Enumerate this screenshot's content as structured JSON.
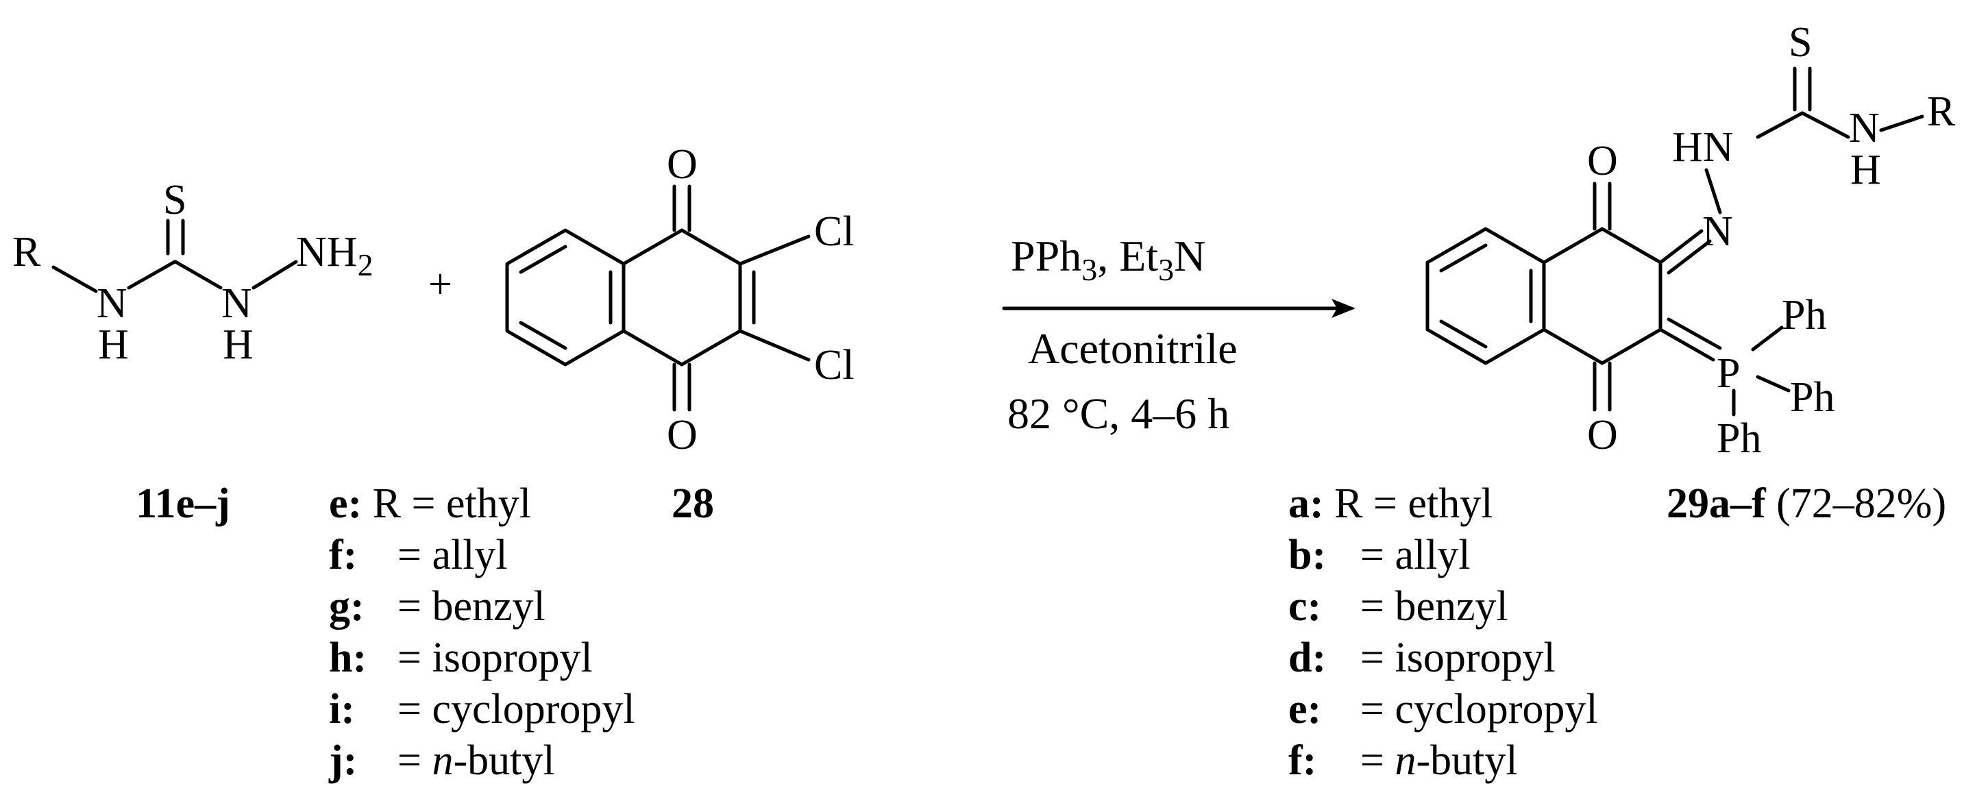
{
  "reactant1": {
    "atoms": {
      "R": "R",
      "N1": "N",
      "H1": "H",
      "S": "S",
      "N2": "N",
      "H2": "H",
      "NH2_main": "NH",
      "NH2_sub": "2"
    },
    "label": "11e–j"
  },
  "plus": "+",
  "reactant2": {
    "atoms": {
      "O_top": "O",
      "O_bottom": "O",
      "Cl1": "Cl",
      "Cl2": "Cl"
    },
    "label": "28"
  },
  "conditions": {
    "above_pre": "PPh",
    "above_sub1": "3",
    "above_mid": ", Et",
    "above_sub2": "3",
    "above_post": "N",
    "below_line1": "Acetonitrile",
    "below_line2": "82 °C, 4–6 h"
  },
  "product": {
    "atoms": {
      "S": "S",
      "HN": "HN",
      "N_right": "N",
      "H_right": "H",
      "R": "R",
      "N_imine": "N",
      "O_top": "O",
      "O_bottom": "O",
      "P": "P",
      "Ph1": "Ph",
      "Ph2": "Ph",
      "Ph3": "Ph"
    },
    "label_bold": "29a–f",
    "label_yield": "(72–82%)"
  },
  "reactant_series": [
    {
      "letter": "e:",
      "text": "R =  ethyl"
    },
    {
      "letter": "f:",
      "text": "= allyl"
    },
    {
      "letter": "g:",
      "text": "= benzyl"
    },
    {
      "letter": "h:",
      "text": "= isopropyl"
    },
    {
      "letter": "i:",
      "text": "= cyclopropyl"
    },
    {
      "letter": "j:",
      "text": "=",
      "italic": "n",
      "rest": "-butyl"
    }
  ],
  "product_series": [
    {
      "letter": "a:",
      "text": "R =  ethyl"
    },
    {
      "letter": "b:",
      "text": "= allyl"
    },
    {
      "letter": "c:",
      "text": "= benzyl"
    },
    {
      "letter": "d:",
      "text": "= isopropyl"
    },
    {
      "letter": "e:",
      "text": "= cyclopropyl"
    },
    {
      "letter": "f:",
      "text": "=",
      "italic": "n",
      "rest": "-butyl"
    }
  ]
}
